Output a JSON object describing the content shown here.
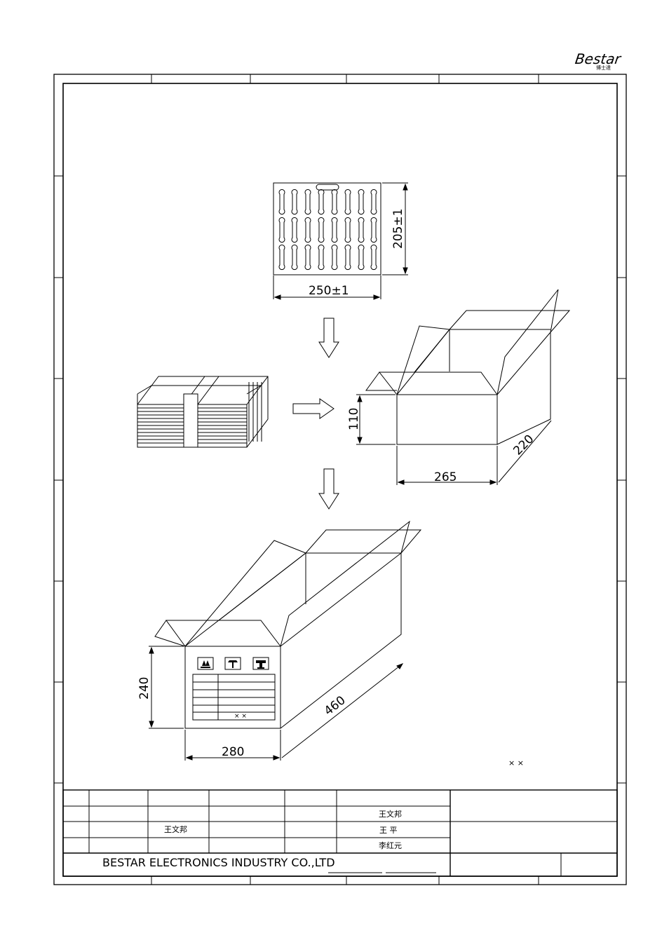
{
  "logo": {
    "text": "Bestar",
    "subtext": "博士達"
  },
  "dimensions": {
    "tray_width": "250±1",
    "tray_height": "205±1",
    "inner_box_height": "110",
    "inner_box_width": "265",
    "inner_box_depth": "220",
    "outer_box_height": "240",
    "outer_box_width": "280",
    "outer_box_depth": "460"
  },
  "carton_marks": {
    "label_multiplier": "×   ×"
  },
  "note": {
    "multiplier": "×    ×"
  },
  "title_block": {
    "designer_row1": "王文邦",
    "drafter": "王文邦",
    "checker": "王  平",
    "approver": "李红元",
    "company": "BESTAR  ELECTRONICS  INDUSTRY  CO.,LTD"
  }
}
